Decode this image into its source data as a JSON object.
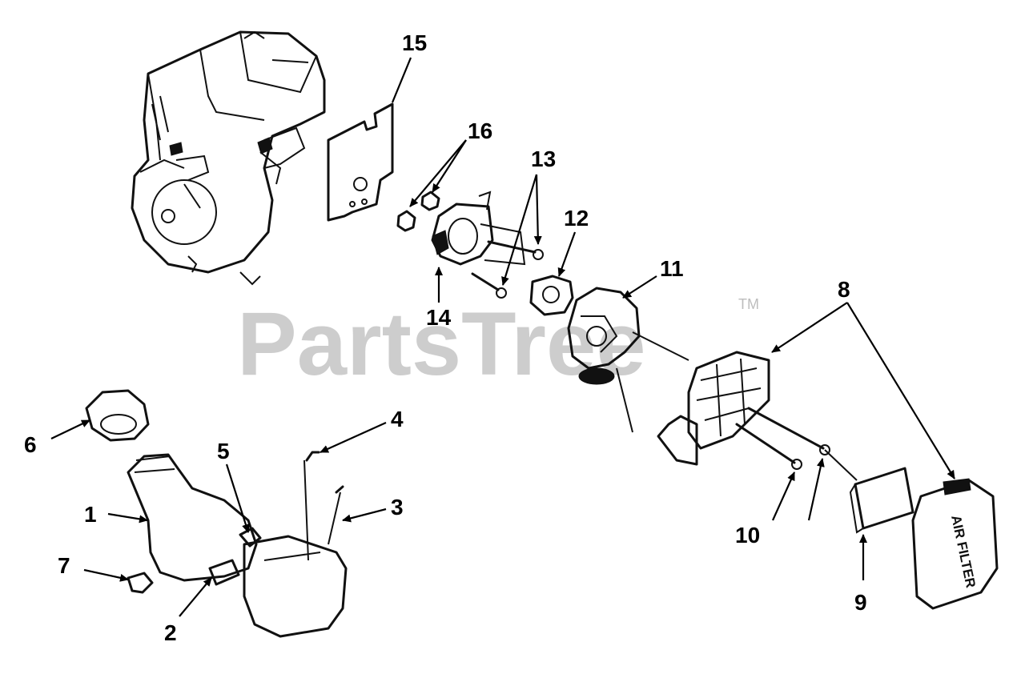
{
  "watermark": {
    "text": "PartsTree",
    "trademark": "TM"
  },
  "air_filter_cover_text": "AIR FILTER",
  "callouts": [
    {
      "id": "1",
      "label": "1"
    },
    {
      "id": "2",
      "label": "2"
    },
    {
      "id": "3",
      "label": "3"
    },
    {
      "id": "4",
      "label": "4"
    },
    {
      "id": "5",
      "label": "5"
    },
    {
      "id": "6",
      "label": "6"
    },
    {
      "id": "7",
      "label": "7"
    },
    {
      "id": "8",
      "label": "8"
    },
    {
      "id": "9",
      "label": "9"
    },
    {
      "id": "10",
      "label": "10"
    },
    {
      "id": "11",
      "label": "11"
    },
    {
      "id": "12",
      "label": "12"
    },
    {
      "id": "13",
      "label": "13"
    },
    {
      "id": "14",
      "label": "14"
    },
    {
      "id": "15",
      "label": "15"
    },
    {
      "id": "16",
      "label": "16"
    }
  ]
}
